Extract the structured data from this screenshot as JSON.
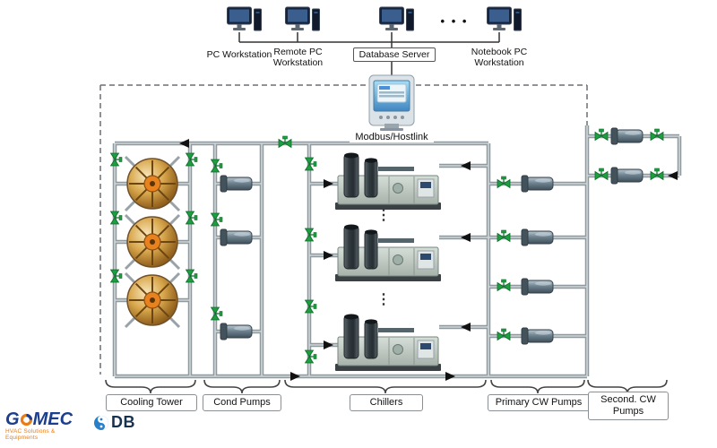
{
  "network": {
    "workstations": [
      {
        "label": "PC Workstation"
      },
      {
        "line1": "Remote PC",
        "line2": "Workstation"
      },
      {
        "label": "Database Server"
      },
      {
        "line1": "Notebook PC",
        "line2": "Workstation"
      }
    ],
    "ellipsis": "• • •"
  },
  "controller": {
    "label": "Modbus/Hostlink"
  },
  "chiller_bank": {
    "more_units_ellipsis": "⋮"
  },
  "sections": {
    "cooling_tower": "Cooling Tower",
    "cond_pumps": "Cond Pumps",
    "chillers": "Chillers",
    "primary_cw_pumps": "Primary CW Pumps",
    "secondary_cw_line1": "Second. CW",
    "secondary_cw_line2": "Pumps"
  },
  "branding": {
    "gomec_g": "G",
    "gomec_mec": "MEC",
    "gomec_tagline": "HVAC Solutions & Equipments",
    "db_text": "DB"
  },
  "colors": {
    "pipe": "#8f999e",
    "valve_green": "#1d9e3f",
    "network_line": "#333333",
    "dashed_comm": "#6b6f73",
    "gomec_blue": "#1b3e8e",
    "gomec_orange": "#e87d1a",
    "db_blue": "#2a7fc9"
  }
}
